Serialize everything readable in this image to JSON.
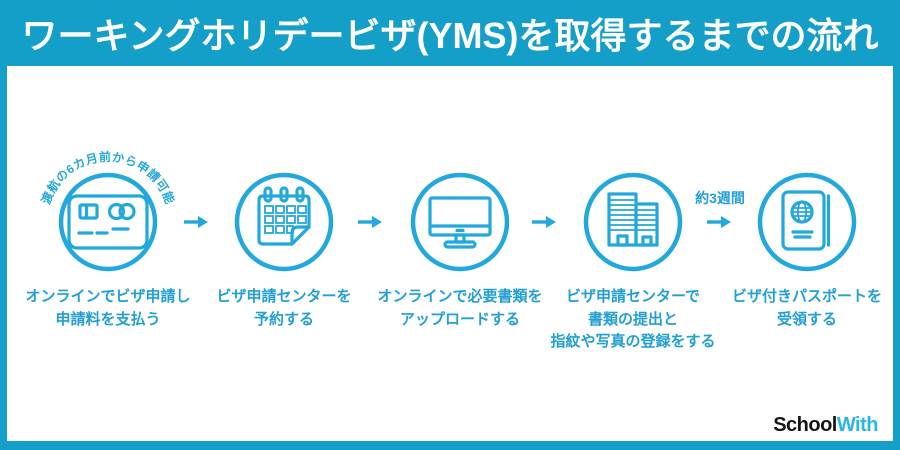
{
  "title": "ワーキングホリデービザ(YMS)を取得するまでの流れ",
  "annotations": {
    "application_window": "渡航の6カ月前から申請可能",
    "processing_time": "約3週間"
  },
  "steps": [
    {
      "icon": "credit-card",
      "label_lines": [
        "オンラインでビザ申請し",
        "申請料を支払う"
      ]
    },
    {
      "icon": "calendar",
      "label_lines": [
        "ビザ申請センターを",
        "予約する"
      ]
    },
    {
      "icon": "monitor",
      "label_lines": [
        "オンラインで必要書類を",
        "アップロードする"
      ]
    },
    {
      "icon": "office-building",
      "label_lines": [
        "ビザ申請センターで",
        "書類の提出と",
        "指紋や写真の登録をする"
      ]
    },
    {
      "icon": "passport",
      "label_lines": [
        "ビザ付きパスポートを",
        "受領する"
      ]
    }
  ],
  "logo": {
    "school": "School",
    "with": "With"
  },
  "colors": {
    "banner": "#149fc9",
    "icon": "#22a8dc",
    "label_text": "#239fd4",
    "logo_black": "#151515",
    "logo_cyan": "#29b5e8",
    "background": "#ffffff"
  }
}
